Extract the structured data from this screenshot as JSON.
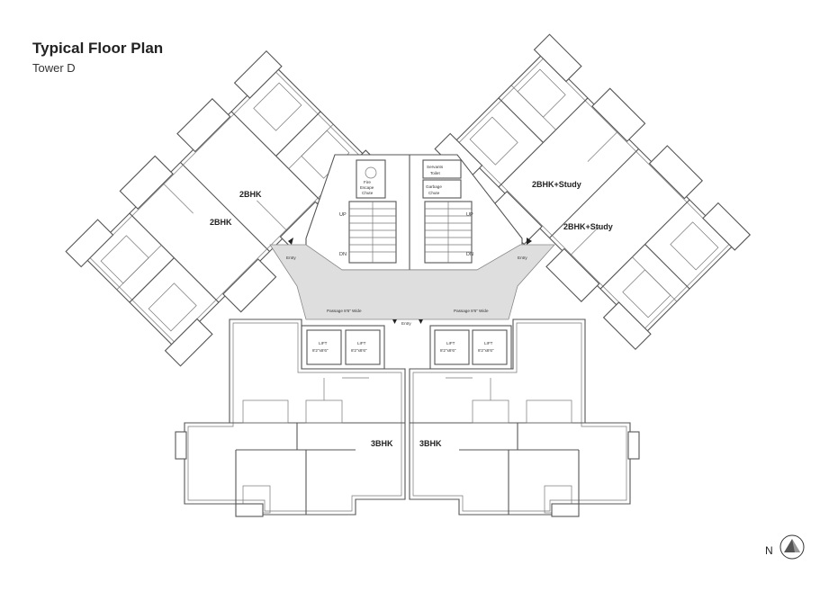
{
  "header": {
    "title": "Typical Floor Plan",
    "subtitle": "Tower D"
  },
  "units": {
    "upper_left_1": "2BHK",
    "upper_left_2": "2BHK",
    "upper_right_1": "2BHK+Study",
    "upper_right_2": "2BHK+Study",
    "lower_left": "3BHK",
    "lower_right": "3BHK"
  },
  "core": {
    "fire_escape": "Fire Escape Chute",
    "fire_escape_lines": [
      "Fire",
      "Escape",
      "Chute"
    ],
    "servants_toilet": [
      "Servants",
      "Toilet"
    ],
    "garbage_chute": [
      "Garbage",
      "Chute"
    ],
    "stair_up_left": "UP",
    "stair_dn_left": "DN",
    "stair_up_right": "UP",
    "stair_dn_right": "DN",
    "entry_left": "Entry",
    "entry_right": "Entry",
    "entry_center": "Entry",
    "passage_left": "Passage 8'6\" Wide",
    "passage_right": "Passage 8'6\" Wide"
  },
  "lifts": [
    {
      "label": "LIFT",
      "size": "8'2\"x8'6\""
    },
    {
      "label": "LIFT",
      "size": "8'2\"x8'6\""
    },
    {
      "label": "LIFT",
      "size": "8'2\"x8'6\""
    },
    {
      "label": "LIFT",
      "size": "8'2\"x8'6\""
    }
  ],
  "compass": {
    "label": "N",
    "icon": "north-arrow-icon"
  }
}
